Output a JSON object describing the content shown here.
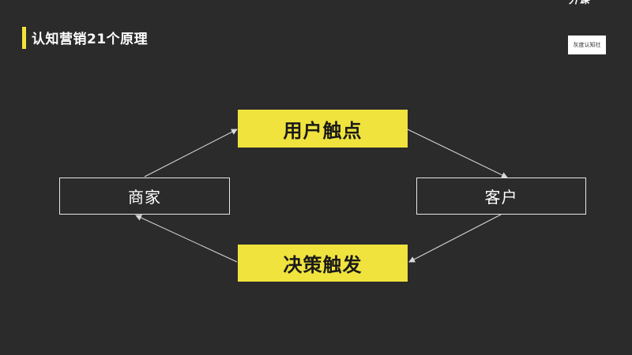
{
  "header": {
    "title": "认知营销21个原理",
    "logo_text": "开课",
    "brand_badge": "灰度认知社"
  },
  "diagram": {
    "nodes": {
      "merchant": "商家",
      "customer": "客户",
      "touchpoint": "用户触点",
      "trigger": "决策触发"
    },
    "edges": [
      {
        "from": "merchant",
        "to": "touchpoint"
      },
      {
        "from": "touchpoint",
        "to": "customer"
      },
      {
        "from": "customer",
        "to": "trigger"
      },
      {
        "from": "trigger",
        "to": "merchant"
      }
    ]
  },
  "colors": {
    "background": "#2b2b2b",
    "accent_yellow": "#f0e33d",
    "outline": "#e6e6e6",
    "text_light": "#ffffff",
    "text_dark": "#1a1a1a"
  }
}
